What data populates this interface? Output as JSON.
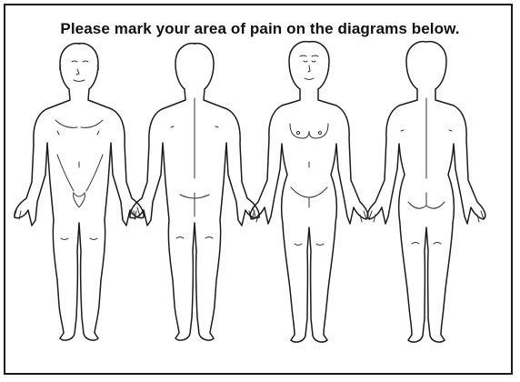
{
  "form": {
    "instructions": "Please mark your area of pain on the diagrams below."
  },
  "figures": [
    {
      "id": "male-front"
    },
    {
      "id": "male-back"
    },
    {
      "id": "female-front"
    },
    {
      "id": "female-back"
    }
  ],
  "colors": {
    "ink": "#1b1b1b",
    "paper": "#ffffff"
  }
}
